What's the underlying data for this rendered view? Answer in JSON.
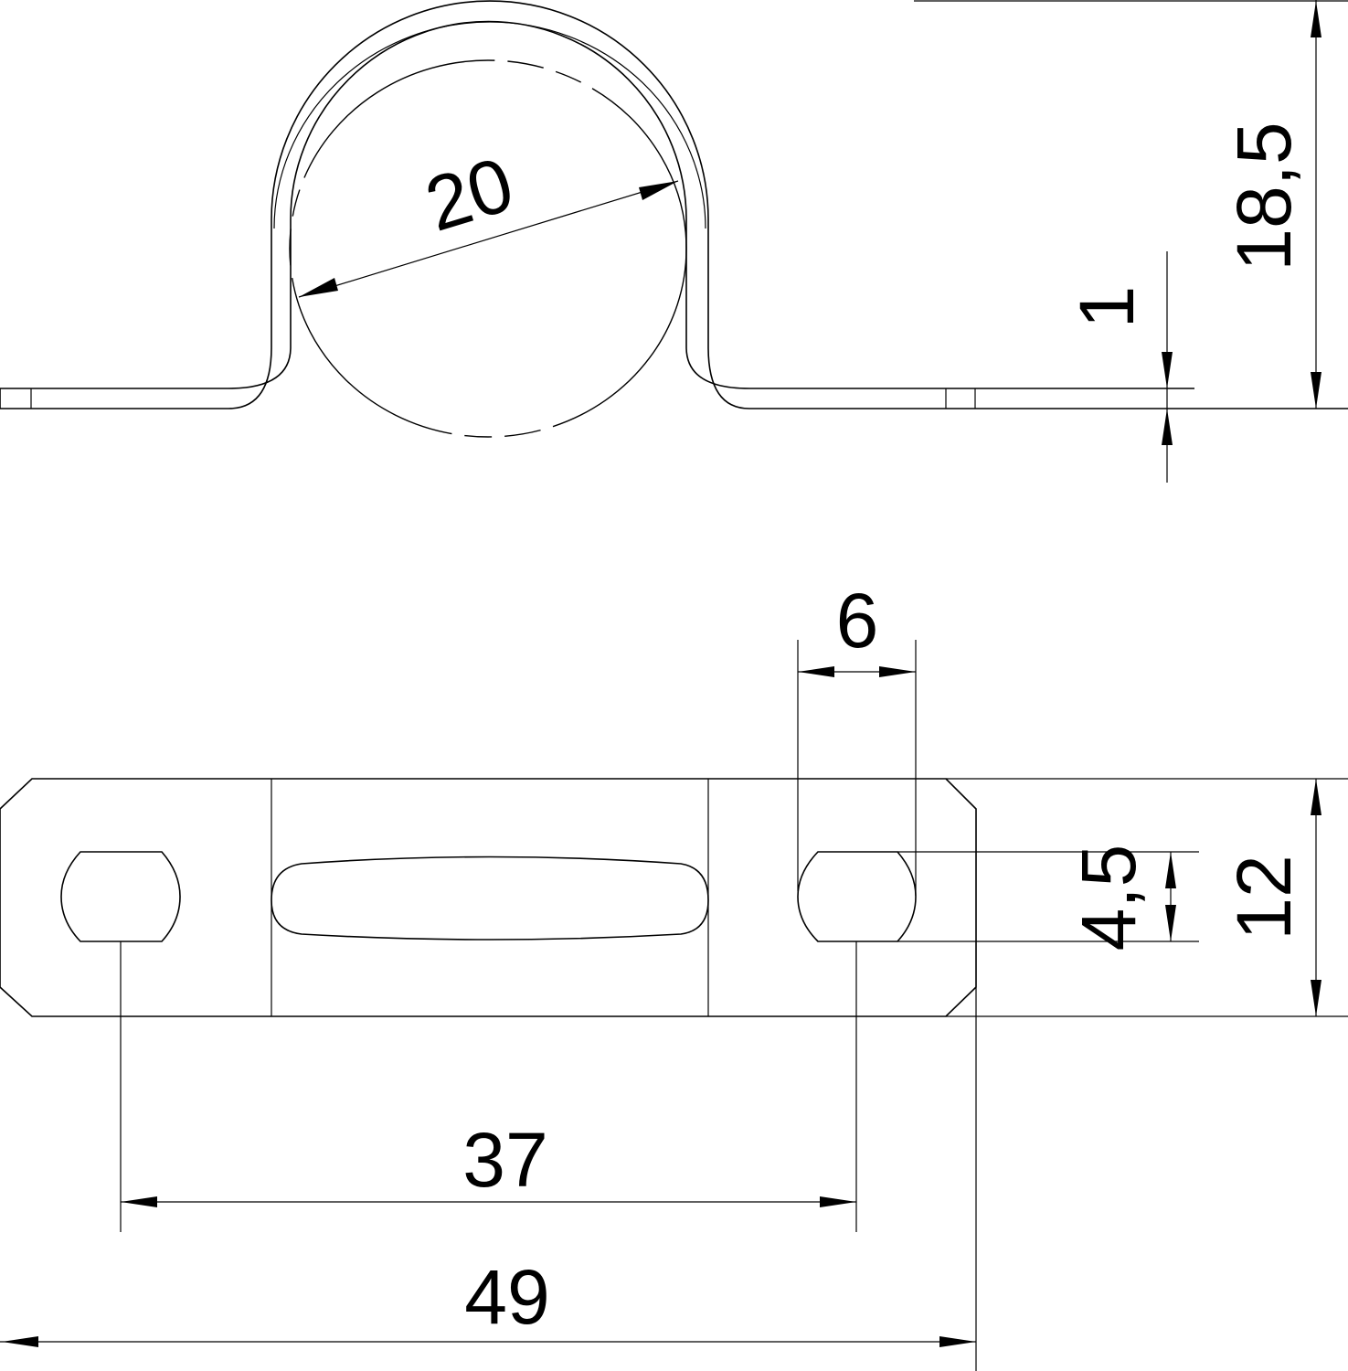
{
  "drawing": {
    "side_view": {
      "dimensions": {
        "pipe_diameter": "20",
        "material_thickness": "1",
        "overall_height": "18,5"
      }
    },
    "top_view": {
      "dimensions": {
        "hole_width": "6",
        "hole_height": "4,5",
        "plate_width": "12",
        "hole_spacing": "37",
        "overall_length": "49"
      }
    },
    "line_color": "#000000",
    "background_color": "#ffffff"
  }
}
